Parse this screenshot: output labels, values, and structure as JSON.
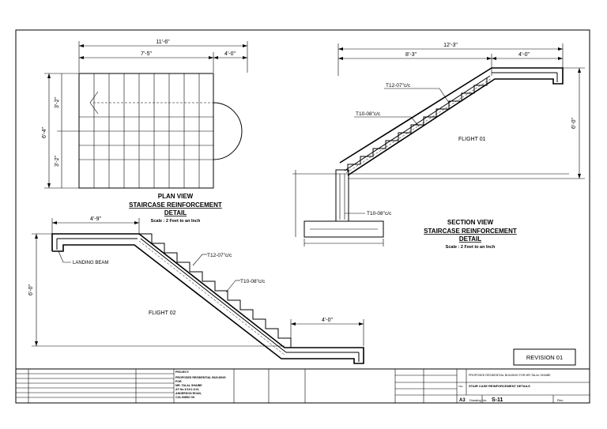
{
  "plan": {
    "dim_total": "11'-6\"",
    "dim_left": "7'-5\"",
    "dim_right": "4'-0\"",
    "dim_height": "6'-4\"",
    "dim_upper": "3'-2\"",
    "dim_lower": "3'-2\"",
    "title_1": "PLAN VIEW",
    "title_2": "STAIRCASE REINFORCEMENT",
    "title_3": "DETAIL",
    "scale": "Scale : 2 Feet to an Inch"
  },
  "section": {
    "dim_total": "12'-3\"",
    "dim_left": "8'-3\"",
    "dim_right": "4'-0\"",
    "dim_height": "6'-0\"",
    "rebar_top": "T12-07\"c/c",
    "rebar_mid": "T10-08\"c/c",
    "rebar_bottom": "T10-08\"c/c",
    "flight": "FLIGHT 01",
    "title_1": "SECTION VIEW",
    "title_2": "STAIRCASE REINFORCEMENT",
    "title_3": "DETAIL",
    "scale": "Scale : 2 Feet to an Inch"
  },
  "flight2": {
    "dim_top": "4'-9\"",
    "dim_bottom": "4'-0\"",
    "dim_height": "6'-0\"",
    "landing": "LANDING BEAM",
    "rebar_top": "T12-07\"c/c",
    "rebar_mid": "T10-08\"c/c",
    "flight": "FLIGHT 02"
  },
  "revision": "REVISION 01",
  "title_block": {
    "project_label": "PROJECT:",
    "project_lines": [
      "PROPOSED RESIDENTIAL BUILDING",
      "FOR",
      "MR. TALAL SHAIBE",
      "AT No.1/11/1.1/13,",
      "ANDERSON ROAD,",
      "COLOMBO 05."
    ],
    "drawing_title_label": "Title",
    "project_name": "PROPOSED RESIDENTIAL BUILDING FOR MR.TALAL SHAIBE",
    "drawing_title": "STAIR CASE REINFORCEMENT DETAILS",
    "sheet_size": "A3",
    "drawing_no_label": "Drawing No:",
    "drawing_no": "S-11",
    "rev_label": "Rev:"
  }
}
